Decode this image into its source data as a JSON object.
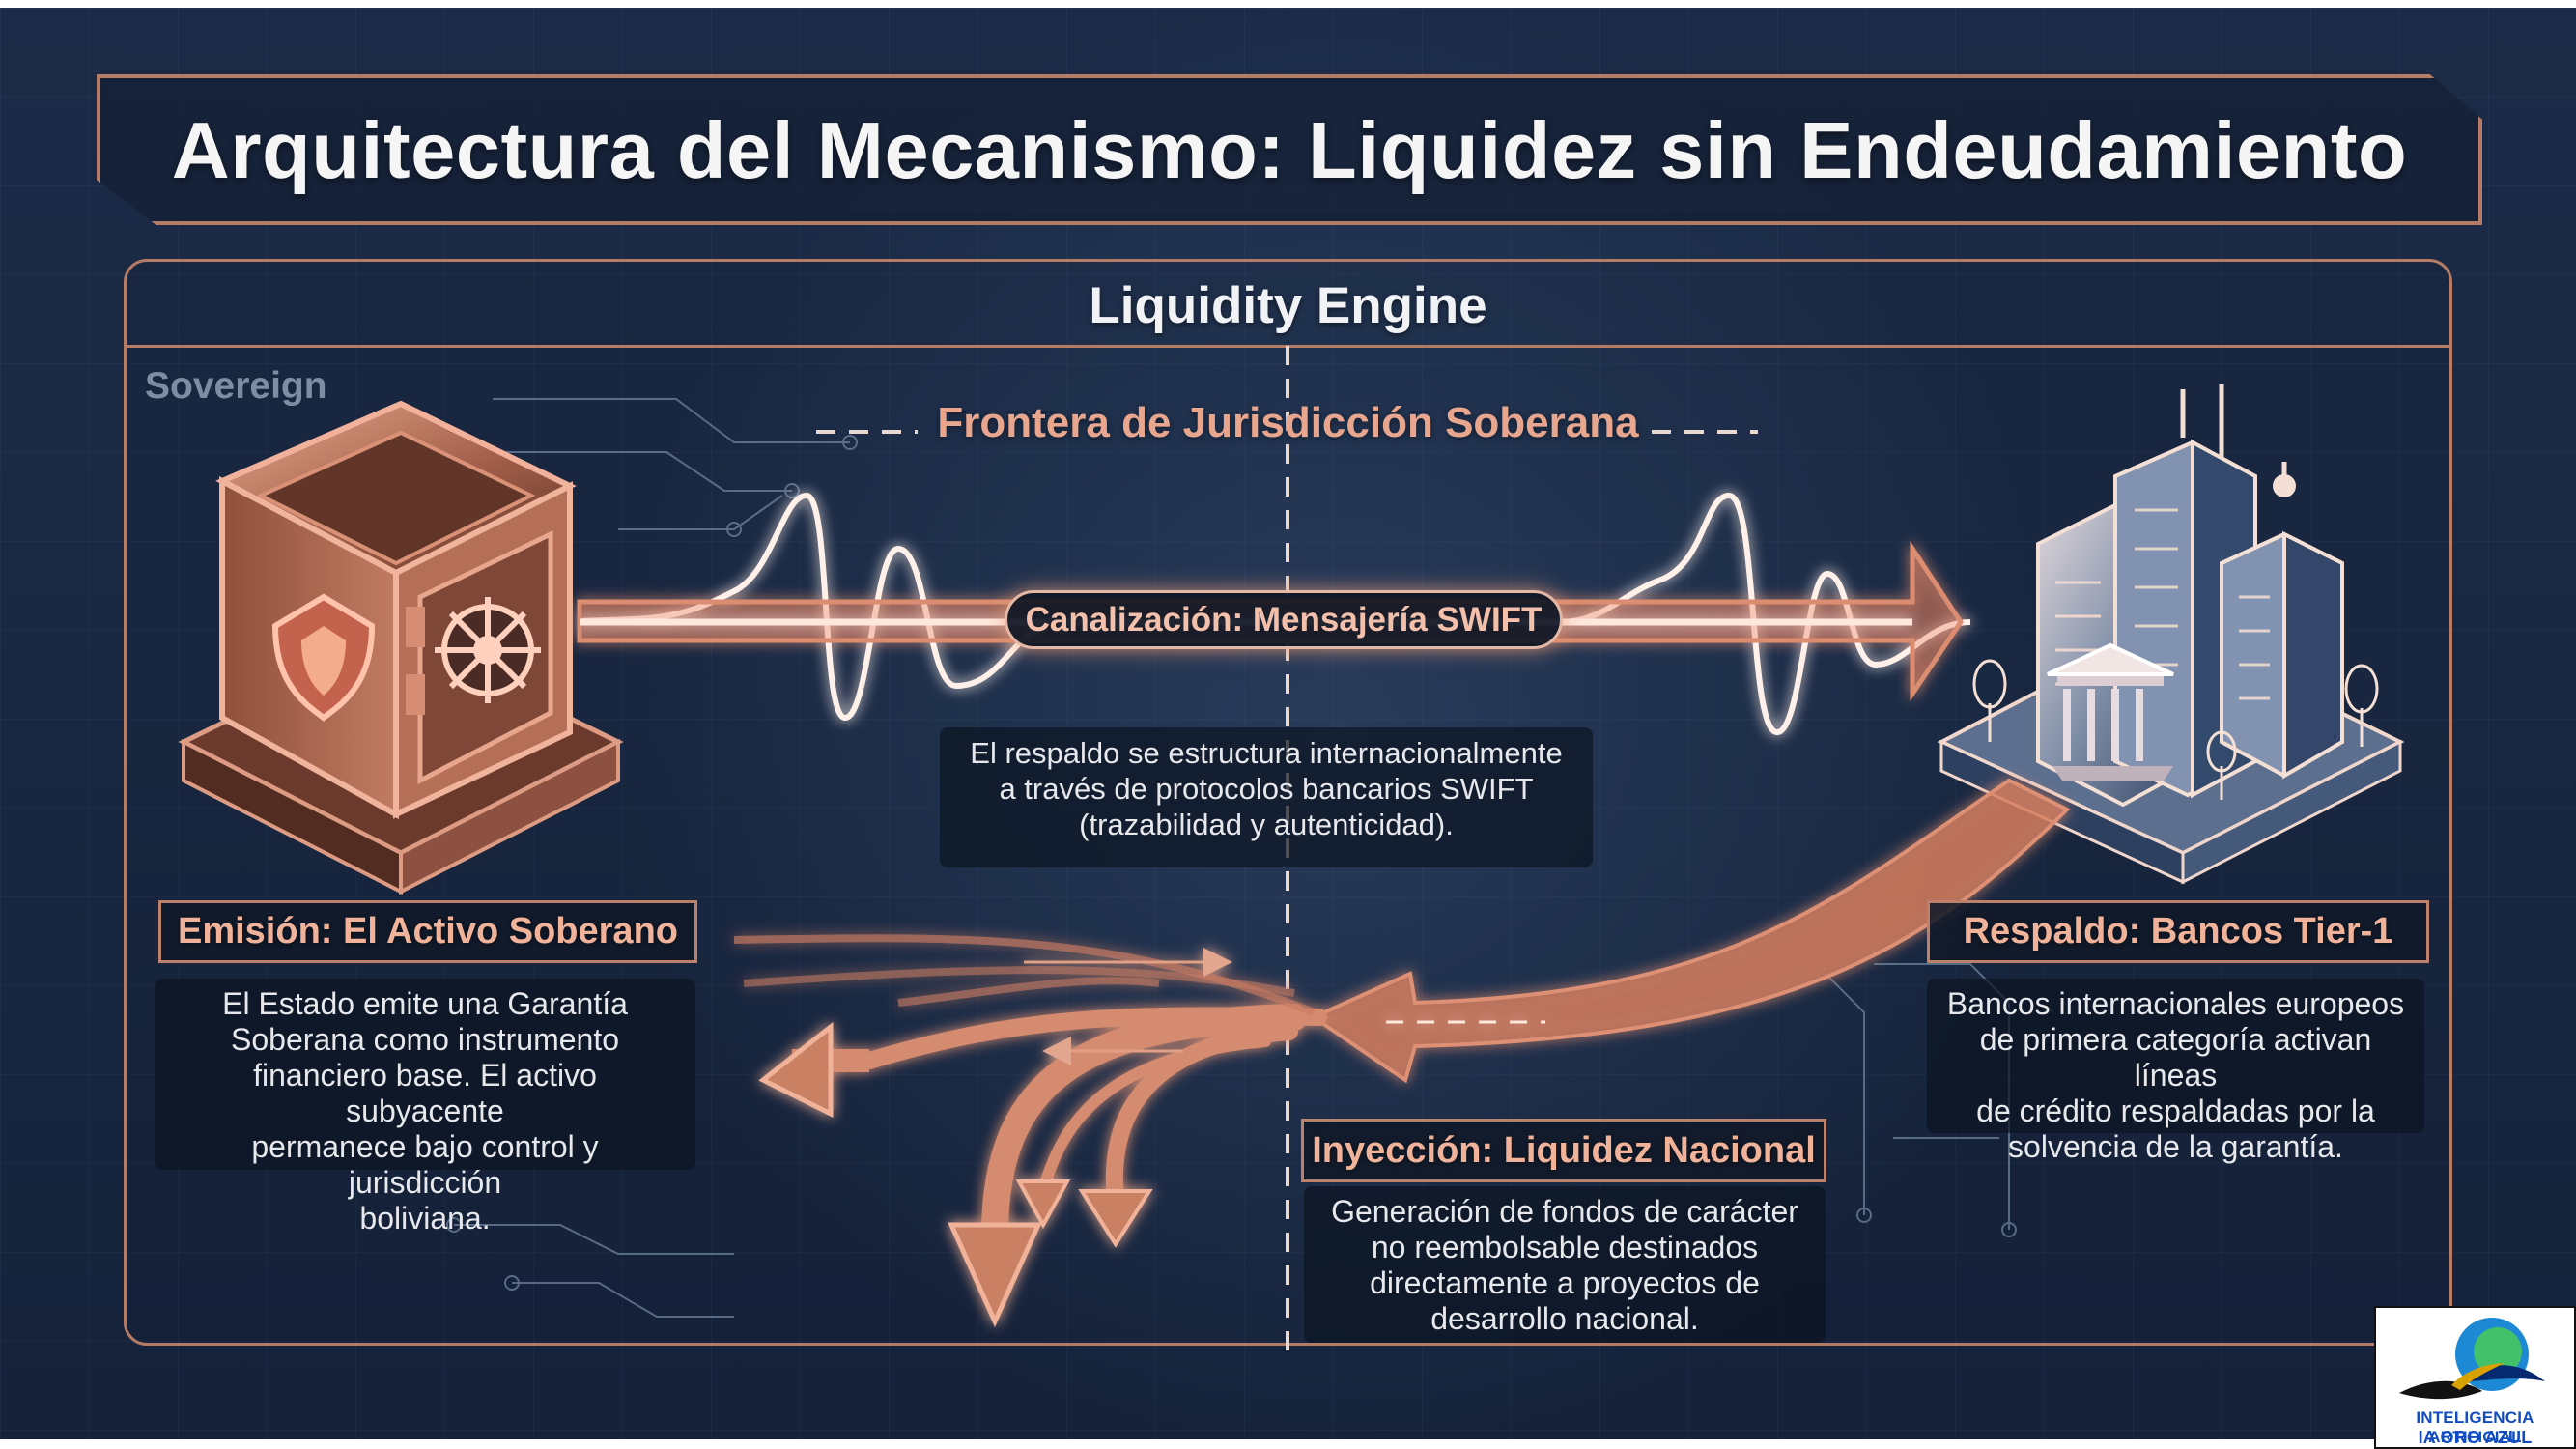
{
  "header": {
    "title": "Arquitectura del Mecanismo: Liquidez sin Endeudamiento"
  },
  "engine": {
    "title": "Liquidity Engine",
    "sovereign_label": "Sovereign",
    "boundary": "Frontera de Jurisdicción Soberana"
  },
  "channel": {
    "label": "Canalización: Mensajería SWIFT",
    "description": [
      "El respaldo se estructura internacionalmente",
      "a través de protocolos bancarios SWIFT",
      "(trazabilidad y autenticidad)."
    ]
  },
  "emission": {
    "label": "Emisión: El Activo Soberano",
    "description": [
      "El Estado emite una Garantía",
      "Soberana como instrumento",
      "financiero base. El activo subyacente",
      "permanece bajo control y jurisdicción",
      "boliviana."
    ]
  },
  "backing": {
    "label": "Respaldo: Bancos Tier-1",
    "description": [
      "Bancos internacionales europeos",
      "de primera categoría activan líneas",
      "de crédito respaldadas por la",
      "solvencia de la garantía."
    ]
  },
  "injection": {
    "label": "Inyección: Liquidez Nacional",
    "description": [
      "Generación de fondos de carácter",
      "no reembolsable destinados",
      "directamente a proyectos de",
      "desarrollo nacional."
    ]
  },
  "logo": {
    "line1": "INTELIGENCIA ARTIFICIAL",
    "line2": "IA ORO AZUL"
  },
  "icons": {
    "vault": "vault-icon",
    "shield": "shield-icon",
    "bank": "bank-icon",
    "city": "city-buildings-icon",
    "signal": "signal-wave-icon",
    "logo": "logo-icon"
  },
  "colors": {
    "background": "#192842",
    "copper": "#c88468",
    "copper_light": "#f0b39a",
    "text": "#f2f2f2",
    "logo_blue": "#124cc1"
  }
}
